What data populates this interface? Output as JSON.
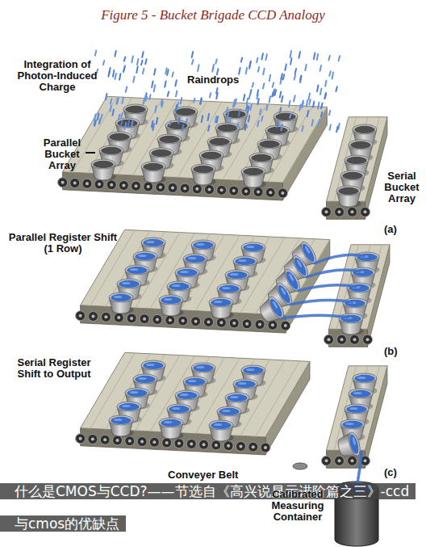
{
  "diagram": {
    "title": "Figure 5 - Bucket Brigade CCD Analogy",
    "caption": "什么是CMOS与CCD?——节选自《高兴说显示进阶篇之三》-ccd与cmos的优缺点",
    "labels": [
      "Integration of Photon-Induced Charge",
      "Raindrops",
      "Parallel Bucket Array",
      "Serial Bucket Array",
      "(a)",
      "Parallel Register Shift (1 Row)",
      "(b)",
      "Serial Register Shift to Output",
      "(c)",
      "Conveyer Belt",
      "Calibrated Measuring Container"
    ]
  }
}
